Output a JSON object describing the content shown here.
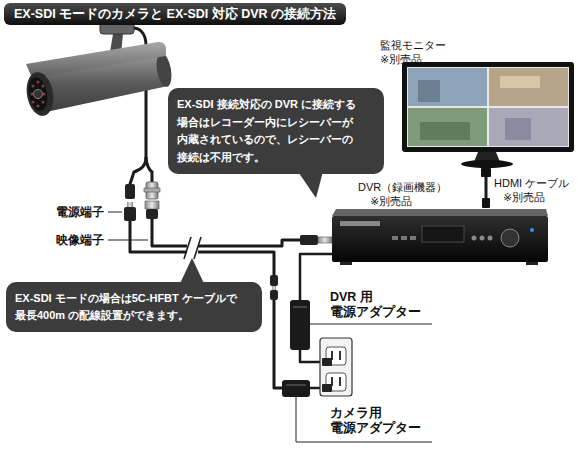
{
  "diagram": {
    "title": "EX-SDI モードのカメラと EX-SDI 対応 DVR の接続方法",
    "nodes": [
      {
        "text": [
          "EX-SDI 接続対応の DVR に接続する 場合はレコーダー内にレシーバーが 内蔵されているので、レシーバーの 接続は不用です。"
        ]
      },
      {
        "text": [
          "EX-SDI モードの場合は5C-HFBT ケーブルで 最長400m の配線設置ができます。"
        ]
      }
    ],
    "labels": [
      "監視モニター",
      "※別売品",
      "HDMI ケーブル",
      "※別売品",
      "DVR（録画機器）",
      "※別売品",
      "電源端子",
      "映像端子",
      "DVR 用 電源アダプター",
      "カメラ用 電源アダプター"
    ]
  }
}
